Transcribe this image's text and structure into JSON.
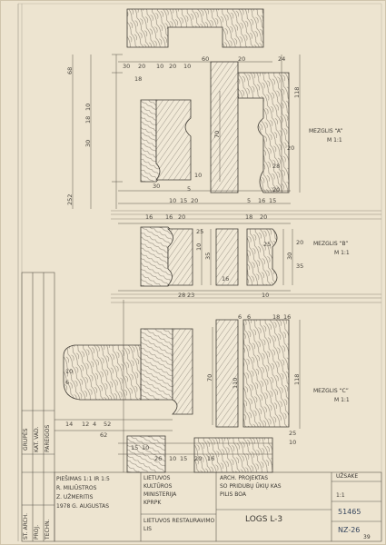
{
  "titleblock": {
    "author_lines": [
      "PIEŠIMAS 1:1 IR 1:5",
      "R. MILIŪSTROS",
      "Z. UŽMERITIS",
      "1978 G. AUGUSTAS"
    ],
    "institute_lines": [
      "LIETUVOS",
      "KULTŪROS",
      "MINISTERIJA",
      "KPRPK"
    ],
    "renovation": [
      "LIETUVOS RESTAURAVIMO",
      "LIS"
    ],
    "project_lines": [
      "ARCH. PROJEKTAS",
      "SO PRIDUBŲ ŪKIŲ KAS",
      "PILIS BOA"
    ],
    "drawing_title": "LOGS L-3",
    "right_header": "UŽSAKE",
    "scale": "1:1",
    "number": "51465",
    "sheet": "NZ-26",
    "page_mark": "39"
  },
  "stamp": {
    "column_headers": [
      "GRUPĖS",
      "KAT. VAD.",
      "PAREIGOS"
    ],
    "rows": [
      "ST. ARCH.",
      "PROJ.",
      "TECHN."
    ]
  },
  "section_labels": {
    "top": [
      "MEZGLIS “A”",
      "M 1:1"
    ],
    "middle": [
      "MEZGLIS “B”",
      "M 1:1"
    ],
    "bottom": [
      "MEZGLIS “C”",
      "M 1:1"
    ]
  },
  "dimensions": {
    "top_row": [
      "30",
      "20",
      "10",
      "20",
      "10",
      "60",
      "20",
      "24"
    ],
    "top_left": "18",
    "left_column": [
      "68",
      "252",
      "30",
      "10",
      "18"
    ],
    "top_right": "118",
    "middle_values": [
      "70",
      "10",
      "5",
      "28",
      "20",
      "16",
      "25",
      "10",
      "35",
      "30",
      "20",
      "35",
      "25",
      "16",
      "28",
      "23",
      "10",
      "6",
      "6",
      "18",
      "16"
    ],
    "mid_row_1": [
      "30",
      "10",
      "15",
      "20",
      "5",
      "16",
      "15",
      "20"
    ],
    "mid_row_2": [
      "16",
      "20",
      "18",
      "20"
    ],
    "bottom_row": [
      "14",
      "12",
      "4",
      "52",
      "62"
    ],
    "bottom_vertical": [
      "70",
      "110",
      "118"
    ],
    "lower_row": [
      "15",
      "10",
      "26",
      "10",
      "15",
      "20",
      "16"
    ],
    "lower_stack": [
      "25",
      "10"
    ],
    "bottom_left": [
      "10",
      "6"
    ]
  }
}
